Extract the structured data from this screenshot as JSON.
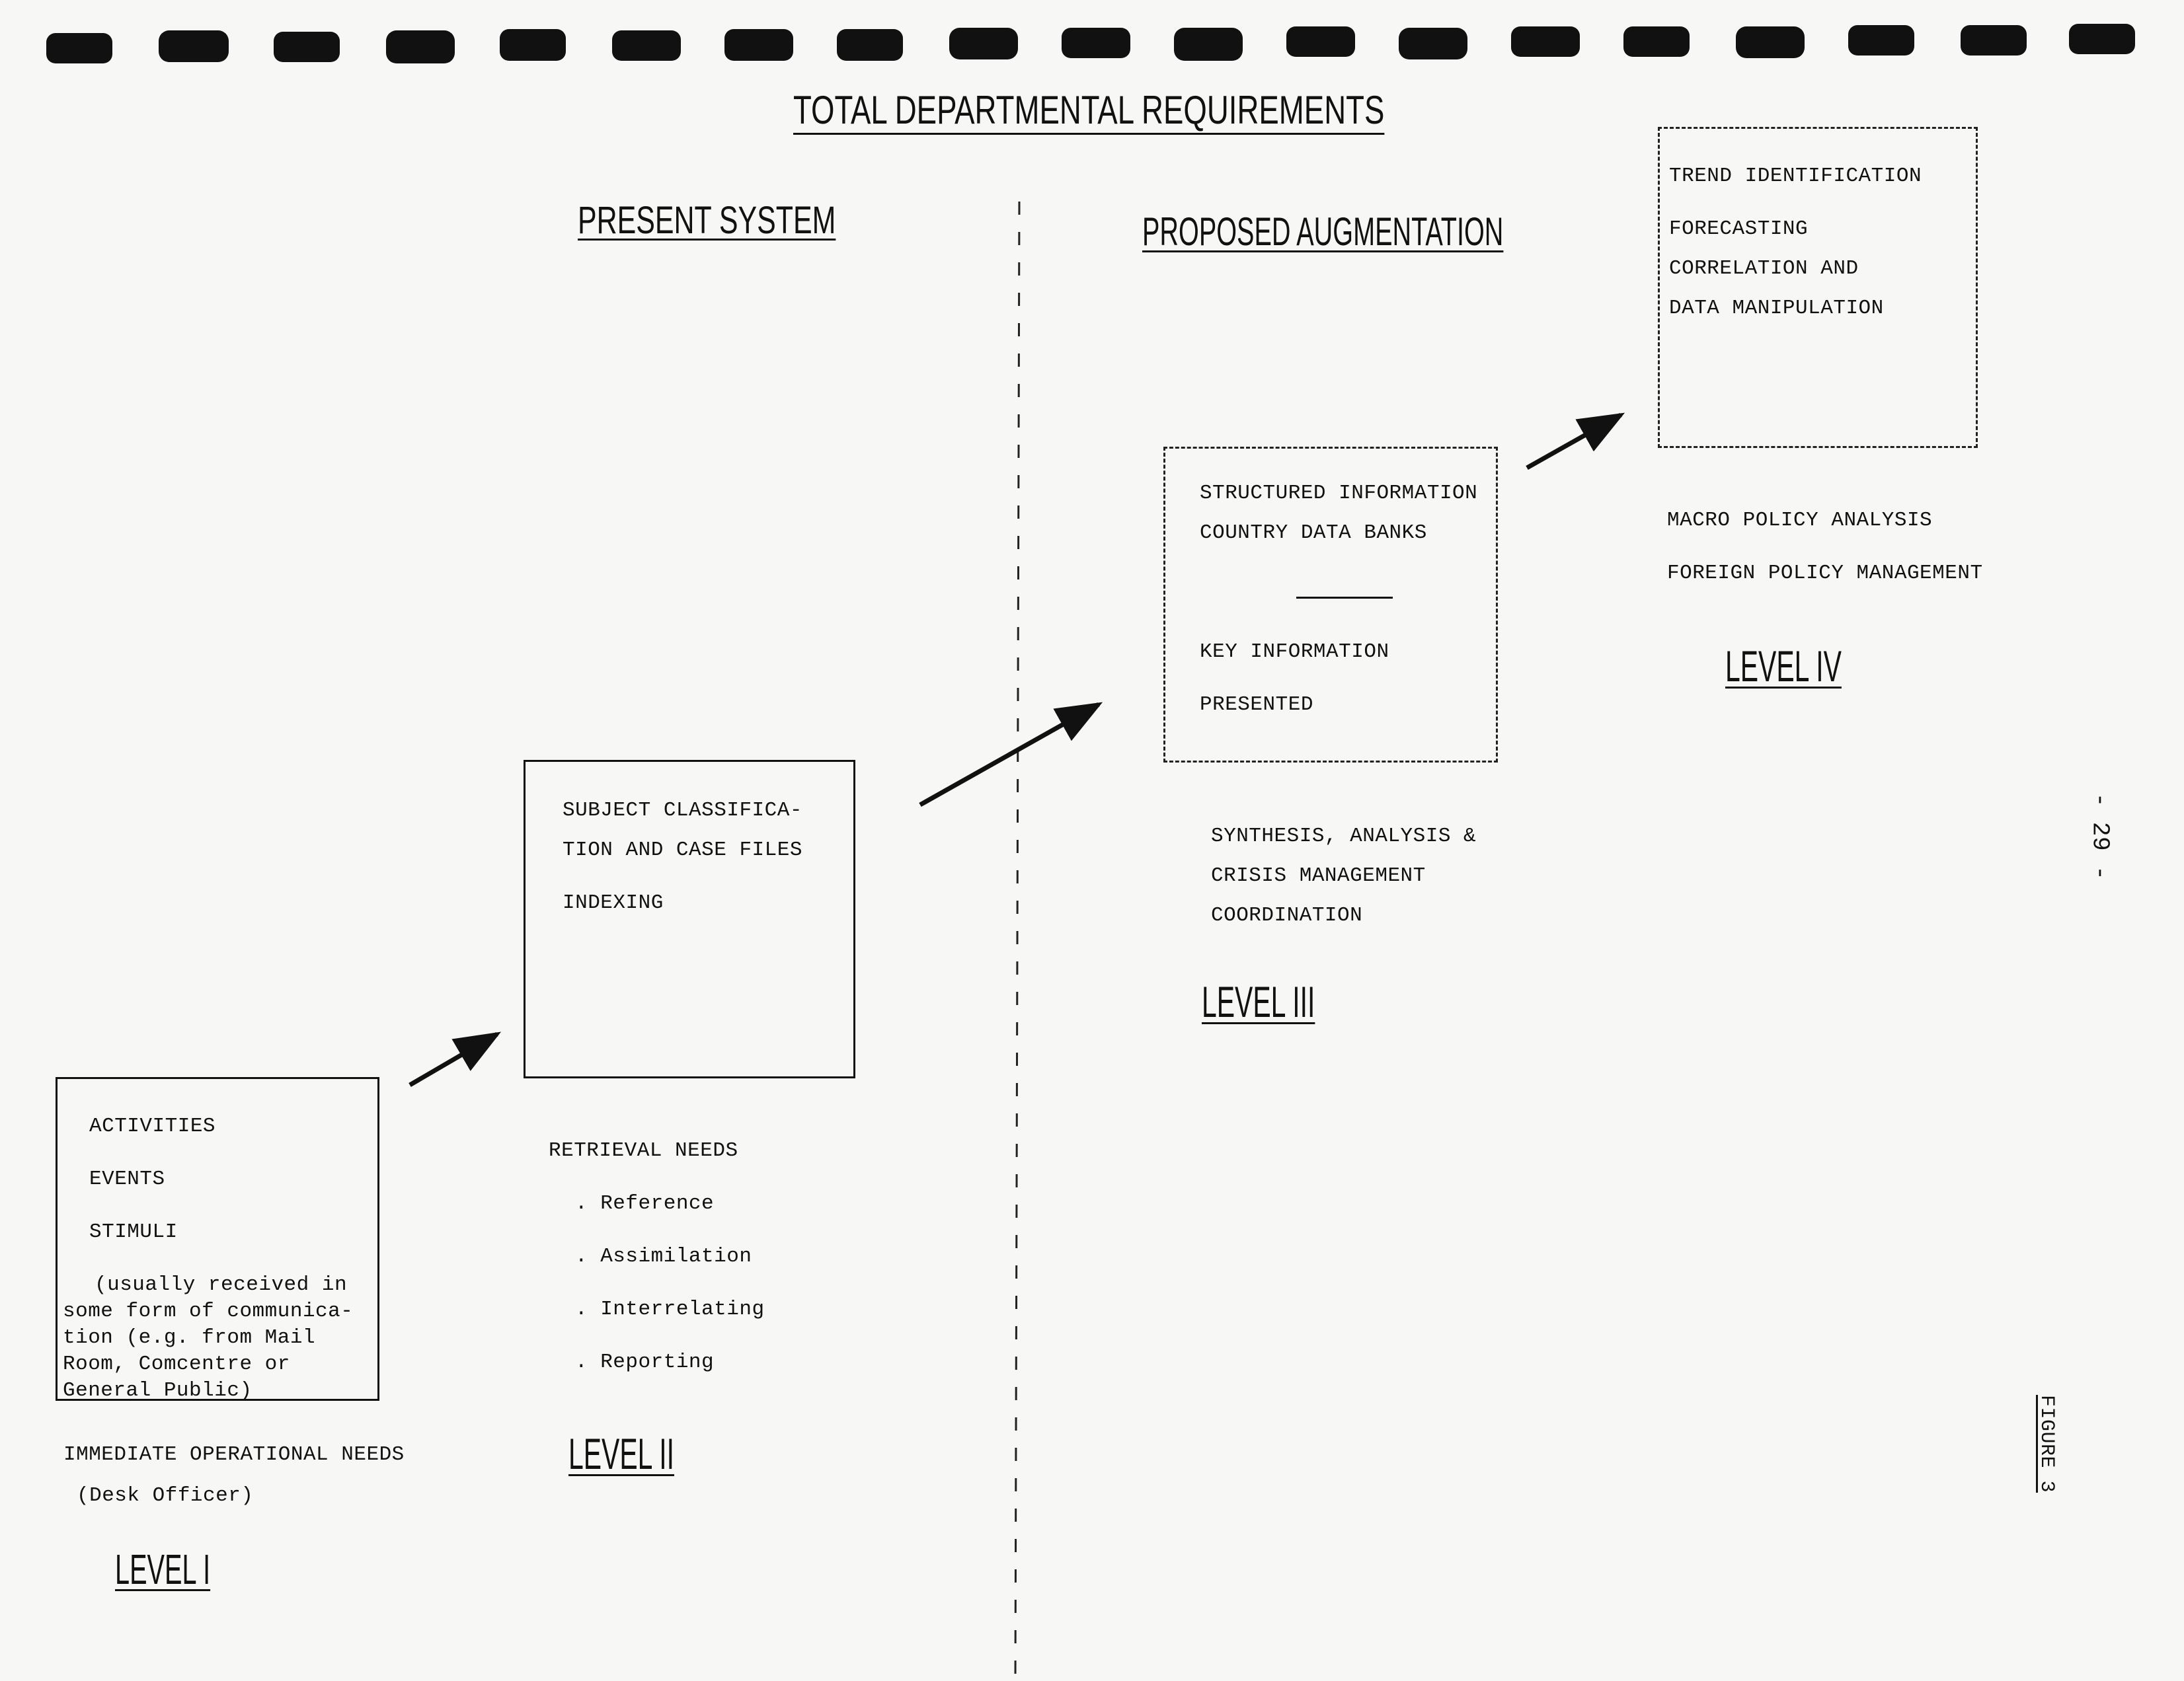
{
  "title": "TOTAL DEPARTMENTAL REQUIREMENTS",
  "sections": {
    "present": "PRESENT SYSTEM",
    "proposed": "PROPOSED AUGMENTATION"
  },
  "level1": {
    "box_lines": [
      "ACTIVITIES",
      "EVENTS",
      "STIMULI"
    ],
    "box_note": [
      "(usually received in",
      "some form of communica-",
      "tion (e.g. from Mail",
      "Room, Comcentre or",
      "General Public)"
    ],
    "caption_lines": [
      "IMMEDIATE OPERATIONAL NEEDS",
      "(Desk Officer)"
    ],
    "label": "LEVEL I"
  },
  "level2": {
    "box_lines": [
      "SUBJECT CLASSIFICA-",
      "TION AND CASE FILES",
      "INDEXING"
    ],
    "caption_title": "RETRIEVAL NEEDS",
    "caption_items": [
      ". Reference",
      ". Assimilation",
      ". Interrelating",
      ". Reporting"
    ],
    "label": "LEVEL II"
  },
  "level3": {
    "box_lines_top": [
      "STRUCTURED INFORMATION",
      "COUNTRY DATA BANKS"
    ],
    "box_lines_bottom": [
      "KEY INFORMATION",
      "PRESENTED"
    ],
    "caption_lines": [
      "SYNTHESIS, ANALYSIS &",
      "CRISIS MANAGEMENT",
      "COORDINATION"
    ],
    "label": "LEVEL III"
  },
  "level4": {
    "box_lines": [
      "TREND IDENTIFICATION",
      "FORECASTING",
      "CORRELATION AND",
      "DATA MANIPULATION"
    ],
    "caption_lines": [
      "MACRO POLICY ANALYSIS",
      "FOREIGN POLICY MANAGEMENT"
    ],
    "label": "LEVEL IV"
  },
  "page_number": "- 29 -",
  "figure_label": "FIGURE 3"
}
